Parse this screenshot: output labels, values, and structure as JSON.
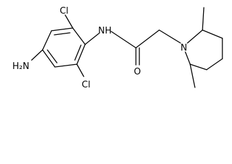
{
  "molecule": {
    "atom_labels": {
      "cl_top": "Cl",
      "cl_bottom": "Cl",
      "nh": "NH",
      "amine": "H₂N",
      "oxygen": "O",
      "ring_n": "N"
    }
  }
}
